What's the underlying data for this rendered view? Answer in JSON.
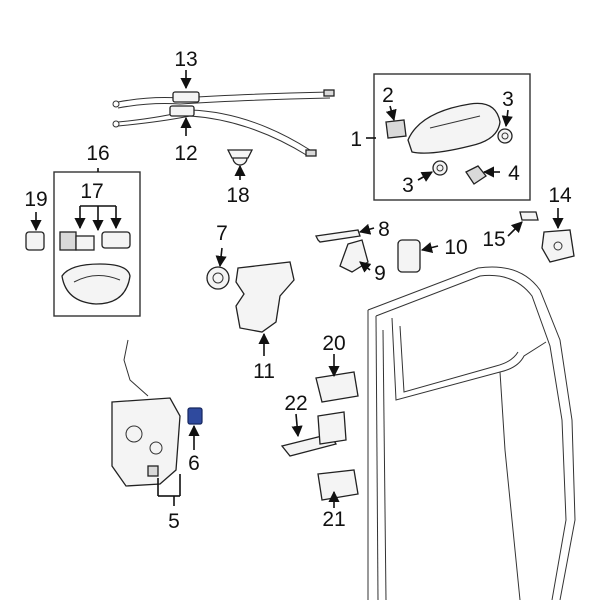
{
  "callouts": {
    "c1": "1",
    "c2": "2",
    "c3a": "3",
    "c3b": "3",
    "c4": "4",
    "c5": "5",
    "c6": "6",
    "c7": "7",
    "c8": "8",
    "c9": "9",
    "c10": "10",
    "c11": "11",
    "c12": "12",
    "c13": "13",
    "c14": "14",
    "c15": "15",
    "c16": "16",
    "c17": "17",
    "c18": "18",
    "c19": "19",
    "c20": "20",
    "c21": "21",
    "c22": "22"
  },
  "colors": {
    "highlight": "#2f4a9e",
    "line": "#111111",
    "background": "#ffffff"
  }
}
